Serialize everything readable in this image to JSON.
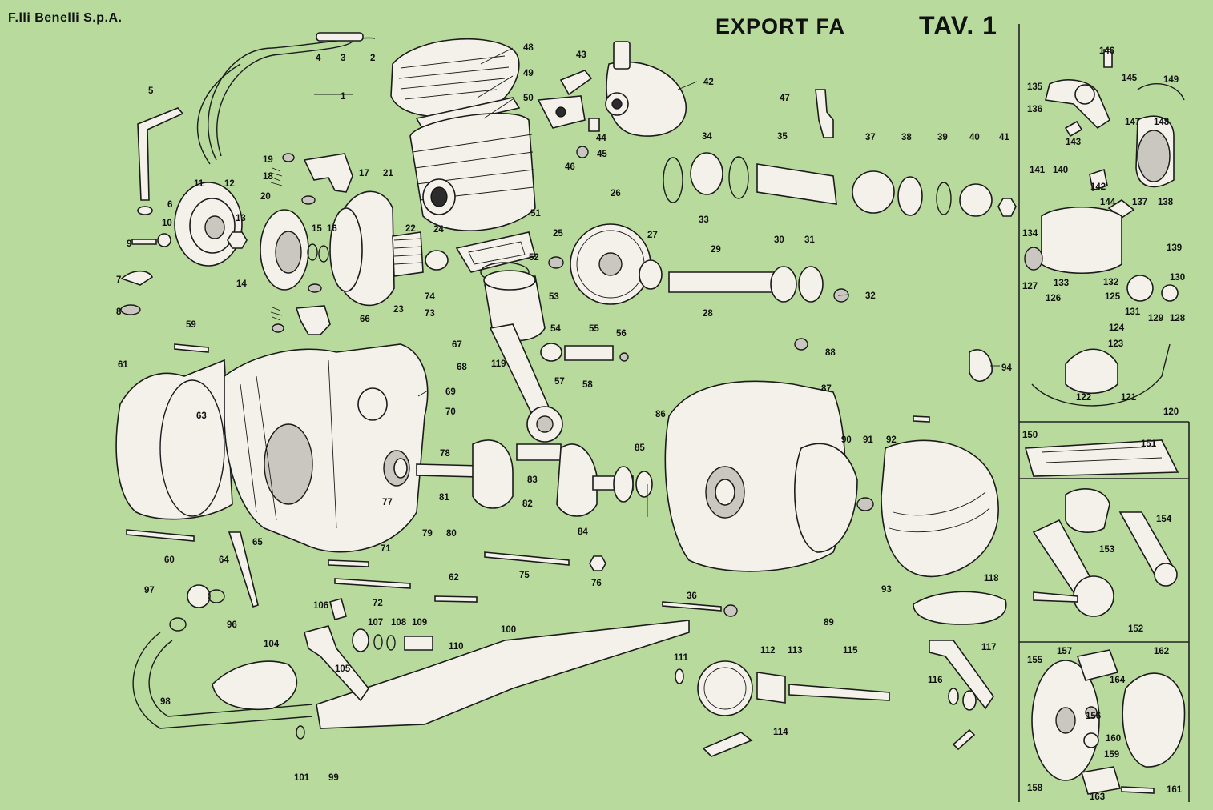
{
  "header": {
    "company": "F.lli Benelli S.p.A.",
    "title": "EXPORT FA",
    "plate": "TAV. 1"
  },
  "callout_numbers": [
    "1",
    "2",
    "3",
    "4",
    "5",
    "6",
    "7",
    "8",
    "9",
    "10",
    "11",
    "12",
    "13",
    "14",
    "15",
    "16",
    "17",
    "18",
    "19",
    "20",
    "21",
    "22",
    "23",
    "24",
    "25",
    "26",
    "27",
    "28",
    "29",
    "30",
    "31",
    "32",
    "33",
    "34",
    "35",
    "36",
    "37",
    "38",
    "39",
    "40",
    "41",
    "42",
    "43",
    "44",
    "45",
    "46",
    "47",
    "48",
    "49",
    "50",
    "51",
    "52",
    "53",
    "54",
    "55",
    "56",
    "57",
    "58",
    "59",
    "60",
    "61",
    "62",
    "63",
    "64",
    "65",
    "66",
    "67",
    "68",
    "69",
    "70",
    "71",
    "72",
    "73",
    "74",
    "75",
    "76",
    "77",
    "78",
    "79",
    "80",
    "81",
    "82",
    "83",
    "84",
    "85",
    "86",
    "87",
    "88",
    "89",
    "90",
    "91",
    "92",
    "93",
    "94",
    "96",
    "97",
    "98",
    "99",
    "100",
    "101",
    "104",
    "105",
    "106",
    "107",
    "108",
    "109",
    "110",
    "111",
    "112",
    "113",
    "114",
    "115",
    "116",
    "117",
    "118",
    "119",
    "120",
    "121",
    "122",
    "123",
    "124",
    "125",
    "126",
    "127",
    "128",
    "129",
    "130",
    "131",
    "132",
    "133",
    "134",
    "135",
    "136",
    "137",
    "138",
    "139",
    "140",
    "141",
    "142",
    "143",
    "144",
    "145",
    "146",
    "147",
    "148",
    "149",
    "150",
    "151",
    "152",
    "153",
    "154",
    "155",
    "156",
    "157",
    "158",
    "159",
    "160",
    "161",
    "162",
    "163",
    "164"
  ],
  "colors": {
    "background": "#b8da9c",
    "ink": "#1b1b1b",
    "part_fill": "#f3f1ea"
  }
}
